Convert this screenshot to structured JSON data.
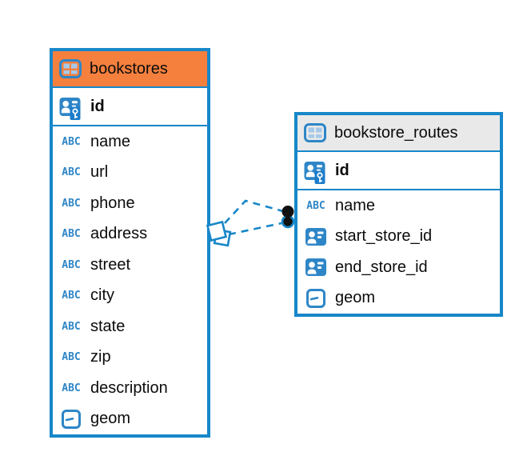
{
  "tables": [
    {
      "name": "bookstores",
      "primary_key": "id",
      "fields": [
        {
          "label": "name",
          "type": "text"
        },
        {
          "label": "url",
          "type": "text"
        },
        {
          "label": "phone",
          "type": "text"
        },
        {
          "label": "address",
          "type": "text"
        },
        {
          "label": "street",
          "type": "text"
        },
        {
          "label": "city",
          "type": "text"
        },
        {
          "label": "state",
          "type": "text"
        },
        {
          "label": "zip",
          "type": "text"
        },
        {
          "label": "description",
          "type": "text"
        },
        {
          "label": "geom",
          "type": "geometry"
        }
      ]
    },
    {
      "name": "bookstore_routes",
      "primary_key": "id",
      "fields": [
        {
          "label": "name",
          "type": "text"
        },
        {
          "label": "start_store_id",
          "type": "reference"
        },
        {
          "label": "end_store_id",
          "type": "reference"
        },
        {
          "label": "geom",
          "type": "geometry"
        }
      ]
    }
  ],
  "icons": {
    "table": "table-grid-icon",
    "primary_key": "person-key-icon",
    "text": "abc-text-icon",
    "reference": "person-card-icon",
    "geometry": "geometry-icon"
  },
  "icon_labels": {
    "text_glyph": "ABC"
  },
  "connection": {
    "style": "dashed",
    "line_count": 2,
    "from_table": "bookstores",
    "to_table": "bookstore_routes",
    "left_marker": "square",
    "right_marker": "dot"
  },
  "colors": {
    "accent_blue": "#1787C9",
    "bookstores_header_bg": "#F5803E",
    "routes_header_bg": "#E9E9E9",
    "icon_blue": "#2E86C7",
    "icon_cell_light": "#A6C9E9",
    "connector_dot": "#111111"
  }
}
